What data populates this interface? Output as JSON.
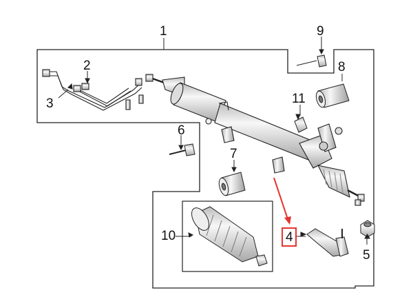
{
  "callouts": {
    "c1": "1",
    "c2": "2",
    "c3": "3",
    "c4": "4",
    "c5": "5",
    "c6": "6",
    "c7": "7",
    "c8": "8",
    "c9": "9",
    "c10": "10",
    "c11": "11"
  },
  "colors": {
    "line": "#222222",
    "highlight": "#e3342f",
    "part_light": "#f4f4f4",
    "part_shade": "#cfcfcf"
  },
  "highlighted_callout": "4",
  "icons": [
    "steering-rack-assembly",
    "hydraulic-line",
    "bolt",
    "nut",
    "bushing",
    "bracket",
    "boot",
    "clamp",
    "tie-rod-end",
    "arrow"
  ]
}
